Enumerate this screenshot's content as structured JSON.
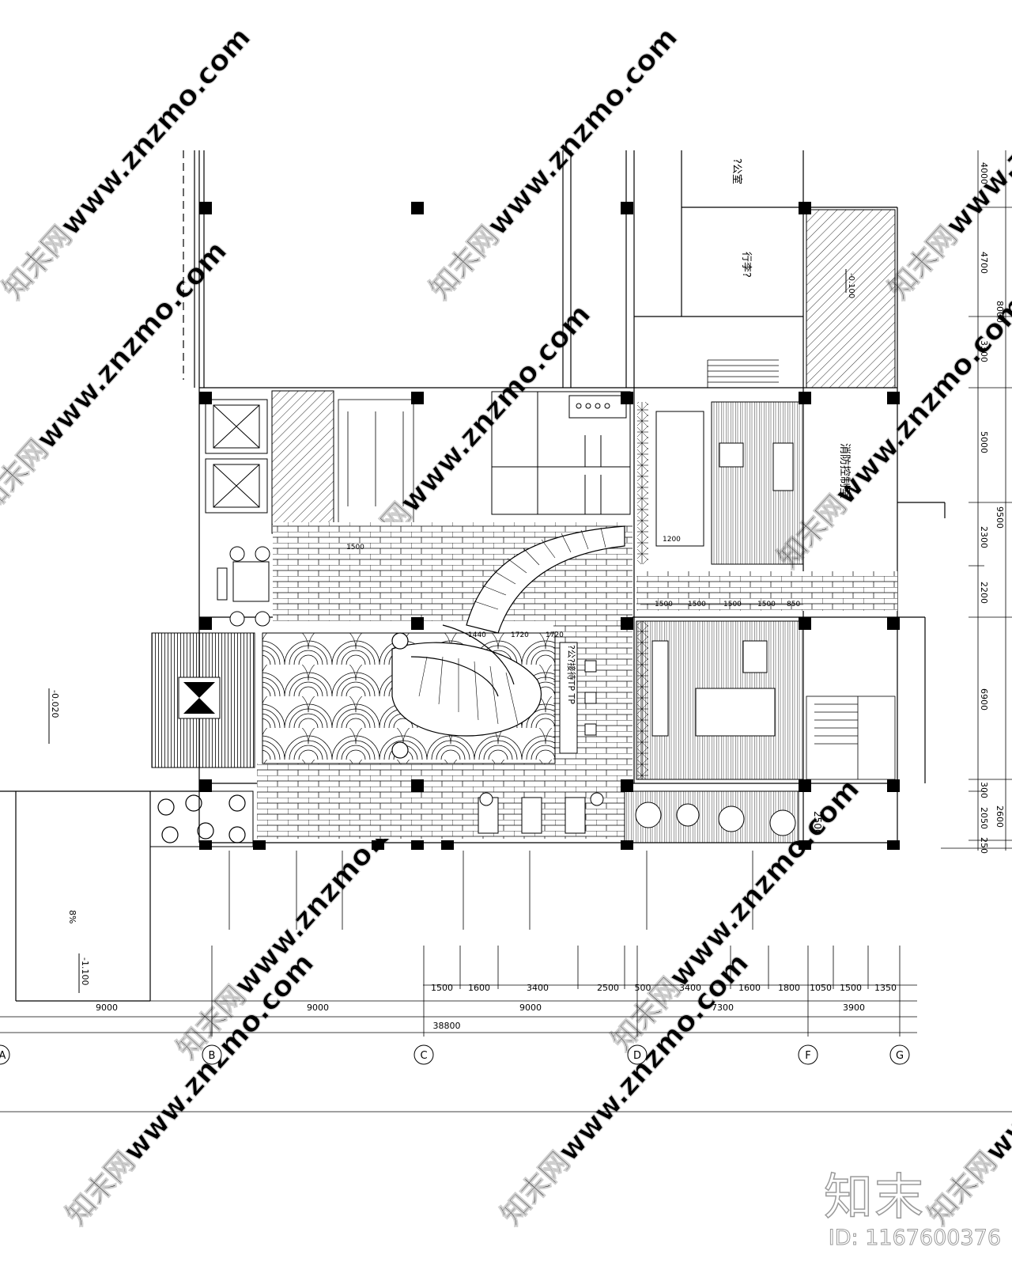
{
  "watermark": {
    "text": "知末网www.znzmo.com",
    "brand": "知末",
    "id": "ID: 1167600376"
  },
  "rooms": {
    "office_top": "?公室",
    "luggage": "行李?",
    "fire_control": "消防控制室",
    "reception": "?公?接待TP TP"
  },
  "levels": {
    "left": "-0.020",
    "garden": "-1.100",
    "slope": "8%",
    "right": "-0.100"
  },
  "dims_top_row": [
    "1500",
    "1600",
    "3400",
    "2500",
    "500",
    "3400",
    "1600",
    "1800",
    "1050",
    "1500",
    "1350"
  ],
  "dims_bottom_row": [
    "9000",
    "9000",
    "9000",
    "7300",
    "3900"
  ],
  "dims_total": "38800",
  "dims_right": [
    "4000",
    "4700",
    "3300",
    "5000",
    "2300",
    "2200",
    "6900",
    "300",
    "2050",
    "250"
  ],
  "dims_right_outer": [
    "8000",
    "9500",
    "2600"
  ],
  "dims_corridor": [
    "1500",
    "1500",
    "1500",
    "1500",
    "850"
  ],
  "dims_stair": [
    "1440",
    "1720",
    "1720"
  ],
  "dims_misc": [
    "1200",
    "1500",
    "2500"
  ],
  "grid_axes": [
    "A",
    "B",
    "C",
    "D",
    "F",
    "G"
  ]
}
